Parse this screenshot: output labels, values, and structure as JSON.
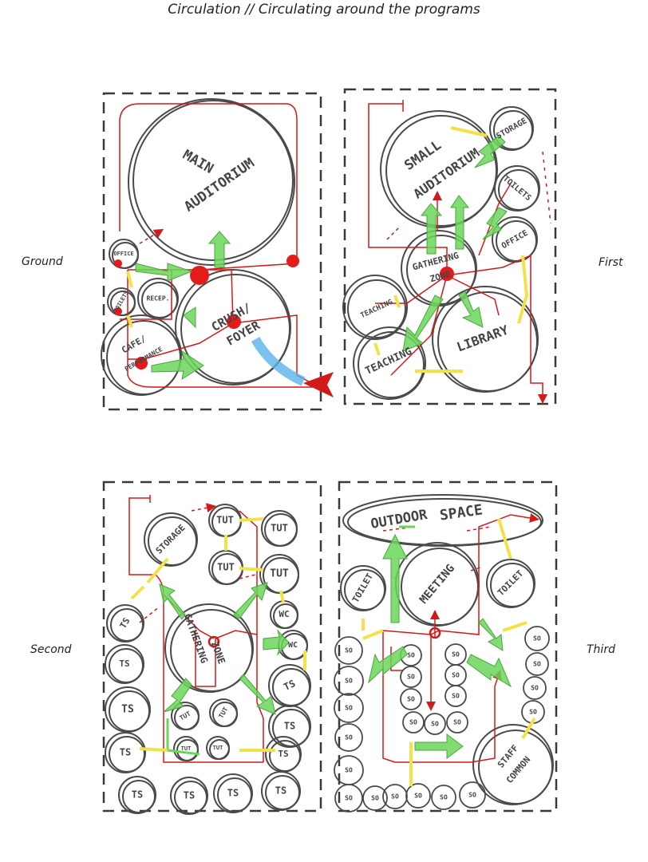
{
  "title": "Circulation //  Circulating around the programs",
  "floors": {
    "ground": "Ground",
    "first": "First",
    "second": "Second",
    "third": "Third"
  },
  "ground_rooms": {
    "main_auditorium_1": "MAIN",
    "main_auditorium_2": "AUDITORIUM",
    "office": "OFFICE",
    "toilets": "TOILETS",
    "reception": "RECEP.",
    "cafe_1": "CAFE/",
    "cafe_2": "PERFORMANCE",
    "crush_1": "CRUSH/",
    "crush_2": "FOYER"
  },
  "first_rooms": {
    "small_auditorium_1": "SMALL",
    "small_auditorium_2": "AUDITORIUM",
    "storage": "STORAGE",
    "toilets": "TOILETS",
    "office": "OFFICE",
    "gathering_1": "GATHERING",
    "gathering_2": "ZONE",
    "teaching_a": "TEACHING",
    "teaching_b": "TEACHING",
    "library": "LIBRARY"
  },
  "second_rooms": {
    "storage": "STORAGE",
    "tut": "TUT",
    "wc": "WC",
    "ts": "TS",
    "gathering_1": "GATHERING",
    "gathering_2": "ZONE"
  },
  "third_rooms": {
    "outdoor_1": "OUTDOOR",
    "outdoor_2": "SPACE",
    "meeting": "MEETING",
    "toilet": "TOILET",
    "so": "SO",
    "staff_1": "STAFF",
    "staff_2": "COMMON"
  },
  "colors": {
    "sketch": "#4a4a4a",
    "primary_circulation": "#d11a1a",
    "green_arrows": "#6ad65a",
    "yellow_arrows": "#f2e24a",
    "entrance_arrow": "#5ab4ea"
  }
}
